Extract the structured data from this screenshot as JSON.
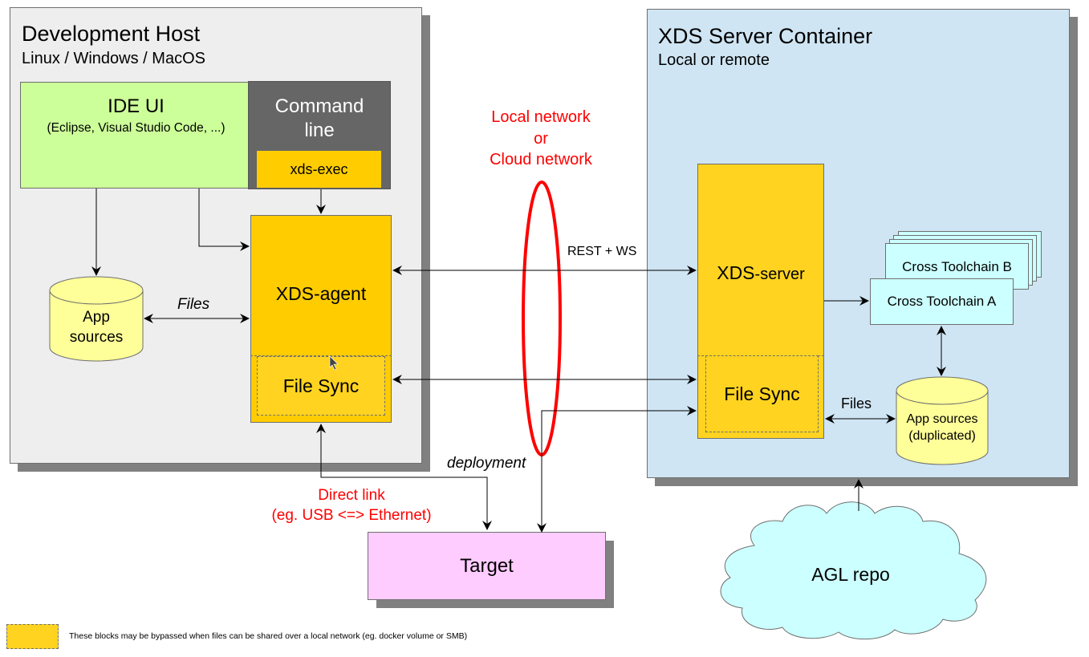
{
  "dev_host": {
    "title": "Development Host",
    "subtitle": "Linux / Windows / MacOS",
    "ide": {
      "title": "IDE UI",
      "subtitle": "(Eclipse, Visual Studio Code, ...)"
    },
    "command_line": {
      "title_line1": "Command",
      "title_line2": "line",
      "exec_label": "xds-exec"
    },
    "app_sources": {
      "line1": "App",
      "line2": "sources"
    },
    "files_label": "Files",
    "agent": {
      "label": "XDS-agent",
      "file_sync": "File Sync"
    }
  },
  "network": {
    "line1": "Local network",
    "line2": "or",
    "line3": "Cloud network",
    "rest_ws": "REST + WS",
    "deployment": "deployment",
    "direct_link_line1": "Direct link",
    "direct_link_line2": "(eg. USB <=> Ethernet)"
  },
  "target": {
    "label": "Target"
  },
  "server_container": {
    "title": "XDS Server Container",
    "subtitle": "Local or remote",
    "server": {
      "label_prefix": "XDS",
      "label_suffix": "-server",
      "file_sync": "File Sync"
    },
    "toolchain_b": "Cross Toolchain B",
    "toolchain_a": "Cross Toolchain A",
    "files_label": "Files",
    "app_sources": {
      "line1": "App sources",
      "line2": "(duplicated)"
    }
  },
  "agl_repo": {
    "label": "AGL repo"
  },
  "legend": {
    "text": "These blocks may be bypassed when files can be shared over a local network (eg. docker volume or SMB)"
  },
  "colors": {
    "orange_block": "#ffcc00",
    "server_block": "#ffd320",
    "network_ellipse": "#ff0000",
    "ide_green": "#ccff99",
    "container_blue": "#cfe5f3",
    "target_pink": "#ffccff",
    "toolchain_cyan": "#ccffff",
    "db_yellow": "#ffff99"
  }
}
